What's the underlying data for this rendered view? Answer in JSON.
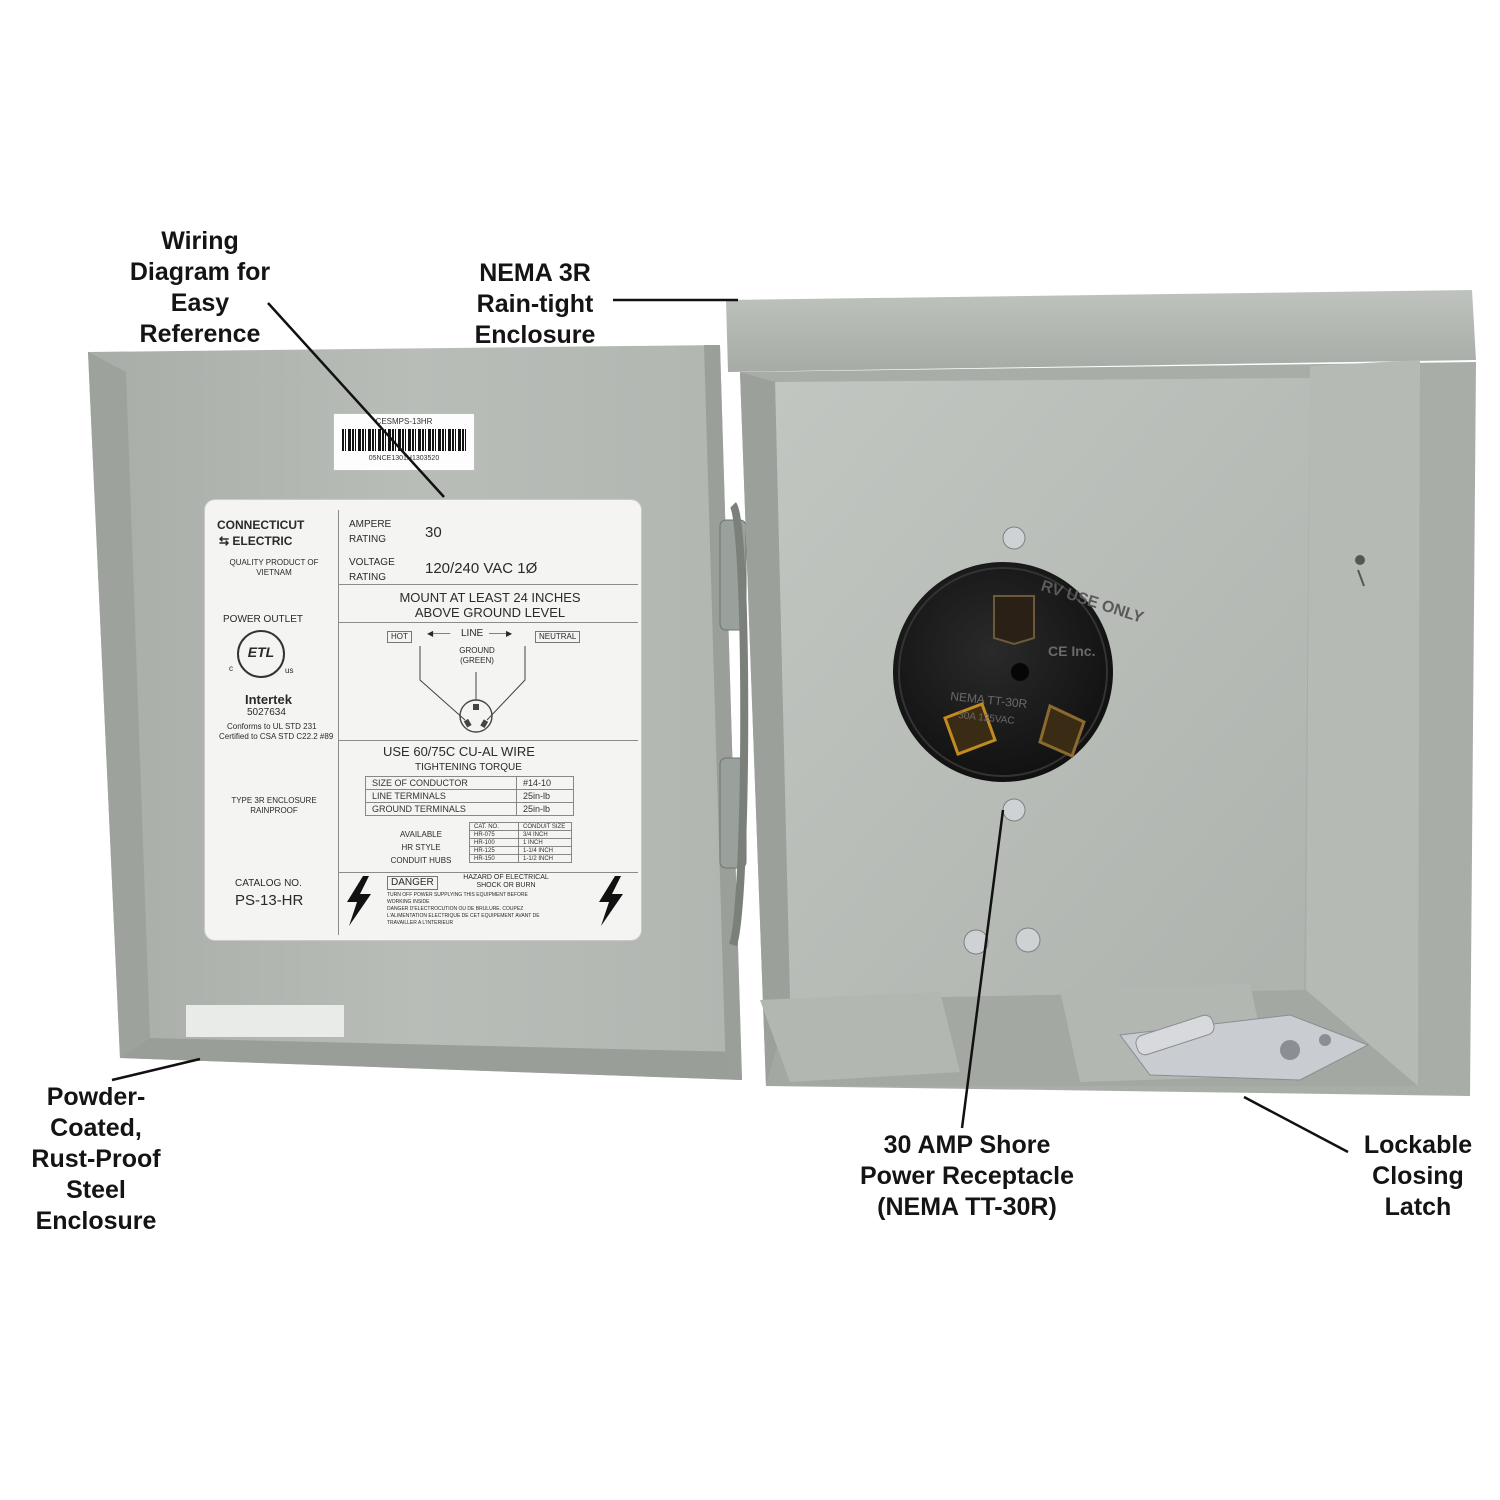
{
  "callouts": {
    "wiring": "Wiring\nDiagram for\nEasy\nReference",
    "enclosure": "NEMA 3R\nRain-tight\nEnclosure",
    "coating": "Powder-\nCoated,\nRust-Proof\nSteel\nEnclosure",
    "receptacle": "30 AMP Shore\nPower Receptacle\n(NEMA TT-30R)",
    "latch": "Lockable\nClosing\nLatch"
  },
  "barcode": {
    "top": "CESMPS-13HR",
    "bottom": "05NCE1301H1303520"
  },
  "label": {
    "brand_line1": "CONNECTICUT",
    "brand_line2": "ELECTRIC",
    "origin": "QUALITY PRODUCT OF\nVIETNAM",
    "product_type": "POWER OUTLET",
    "cert_mark": "ETL",
    "cert_c": "c",
    "cert_us": "us",
    "lab": "Intertek",
    "lab_number": "5027634",
    "std1": "Conforms to UL STD 231",
    "std2": "Certified to CSA STD C22.2 #89",
    "enclosure_type": "TYPE 3R ENCLOSURE\nRAINPROOF",
    "catalog_label": "CATALOG NO.",
    "catalog_no": "PS-13-HR",
    "ampere_label": "AMPERE\nRATING",
    "ampere_value": "30",
    "voltage_label": "VOLTAGE\nRATING",
    "voltage_value": "120/240 VAC 1Ø",
    "mount": "MOUNT AT LEAST 24 INCHES\nABOVE GROUND LEVEL",
    "hot": "HOT",
    "line": "LINE",
    "neutral": "NEUTRAL",
    "ground": "GROUND\n(GREEN)",
    "wire": "USE 60/75C CU-AL WIRE",
    "torque": "TIGHTENING TORQUE",
    "torque_rows": [
      [
        "SIZE OF CONDUCTOR",
        "#14-10"
      ],
      [
        "LINE TERMINALS",
        "25in-lb"
      ],
      [
        "GROUND TERMINALS",
        "25in-lb"
      ]
    ],
    "hubs_label": "AVAILABLE\nHR STYLE\nCONDUIT HUBS",
    "hubs_header": [
      "CAT. NO.",
      "CONDUIT SIZE"
    ],
    "hubs_rows": [
      [
        "HR-075",
        "3/4 INCH"
      ],
      [
        "HR-100",
        "1 INCH"
      ],
      [
        "HR-125",
        "1-1/4 INCH"
      ],
      [
        "HR-150",
        "1-1/2 INCH"
      ]
    ],
    "danger": "DANGER",
    "hazard": "HAZARD OF ELECTRICAL\nSHOCK OR BURN",
    "warn_en": "TURN OFF POWER SUPPLYING THIS EQUIPMENT BEFORE\nWORKING INSIDE",
    "warn_fr": "DANGER D'ELECTROCUTION OU DE BRULURE. COUPEZ\nL'ALIMENTATION ELECTRIQUE DE CET EQUIPEMENT AVANT DE\nTRAVAILLER A L'INTERIEUR"
  },
  "receptacle_face": {
    "ring": "RV USE ONLY",
    "brand": "CE\nInc.",
    "model": "NEMA TT-30R",
    "rating": "30A 125VAC"
  },
  "colors": {
    "enclosure": "#b7bbb6",
    "enclosure_shadow": "#8f938e",
    "label": "#f4f4f2",
    "receptacle": "#1c1c1c",
    "callout_text": "#141414"
  }
}
